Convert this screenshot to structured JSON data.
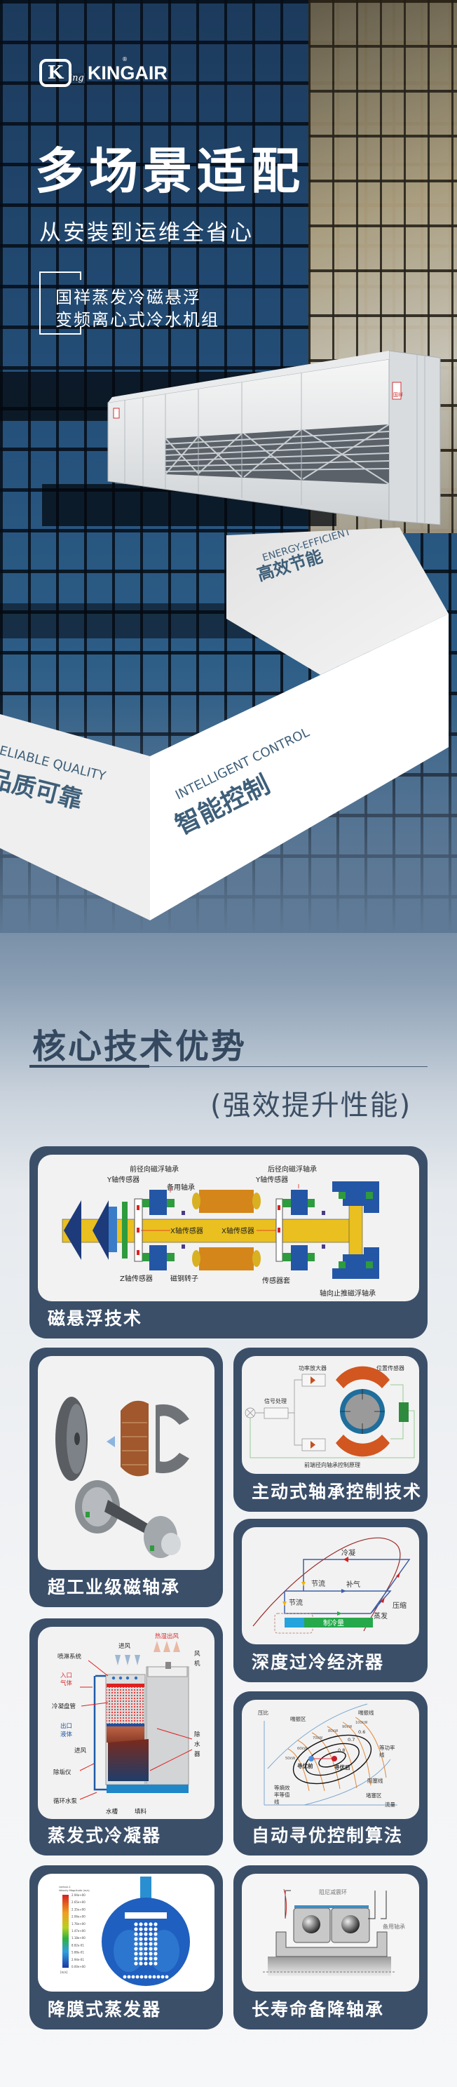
{
  "brand": {
    "logo_mark": "K",
    "logo_mark_suffix": "ing",
    "logo_word": "KINGAIR",
    "registered": "®"
  },
  "hero": {
    "title": "多场景适配",
    "subtitle": "从安装到运维全省心",
    "product_line1": "国祥蒸发冷磁悬浮",
    "product_line2": "变频离心式冷水机组",
    "unit_badge": "国祥"
  },
  "features": [
    {
      "en": "ENERGY-EFFICIENT",
      "cn": "高效节能"
    },
    {
      "en": "RELIABLE QUALITY",
      "cn": "品质可靠"
    },
    {
      "en": "INTELLIGENT CONTROL",
      "cn": "智能控制"
    }
  ],
  "section": {
    "title": "核心技术优势",
    "subtitle": "(强效提升性能)"
  },
  "cards": {
    "maglev": {
      "label": "磁悬浮技术",
      "diagram": {
        "front_radial": "前径向磁浮轴承",
        "y_sensor_front": "Y轴传感器",
        "backup_bearing": "备用轴承",
        "rear_radial": "后径向磁浮轴承",
        "y_sensor_rear": "Y轴传感器",
        "x_sensor_1": "X轴传感器",
        "x_sensor_2": "X轴传感器",
        "z_sensor": "Z轴传感器",
        "rotor": "磁钢转子",
        "sensor_sleeve": "传感器套",
        "axial_thrust": "轴向止推磁浮轴承"
      }
    },
    "industrial_bearing": {
      "label": "超工业级磁轴承"
    },
    "active_control": {
      "label": "主动式轴承控制技术",
      "diagram": {
        "amplifier": "功率放大器",
        "position_sensor": "位置传感器",
        "signal": "信号处理",
        "caption": "前端径向轴承控制原理"
      }
    },
    "subcooling": {
      "label": "深度过冷经济器",
      "diagram": {
        "condense": "冷凝",
        "throttle1": "节流",
        "inject": "补气",
        "throttle2": "节流",
        "compress": "压缩",
        "evaporate": "蒸发",
        "capacity": "制冷量"
      }
    },
    "evap_condenser": {
      "label": "蒸发式冷凝器",
      "diagram": {
        "hot_air_out": "热湿出风",
        "air_in_top": "进风",
        "spray": "喷淋系统",
        "fan_1": "风",
        "fan_2": "机",
        "gas_in_1": "入口",
        "gas_in_2": "气体",
        "coil": "冷凝盘管",
        "liquid_out_1": "出口",
        "liquid_out_2": "液体",
        "air_in_side": "进风",
        "eliminator_1": "除",
        "eliminator_2": "水",
        "eliminator_3": "器",
        "descaler": "除垢仪",
        "pump": "循环水泵",
        "basin": "水槽",
        "fill": "填料"
      }
    },
    "auto_optimize": {
      "label": "自动寻优控制算法",
      "diagram": {
        "y_axis": "压比",
        "x_axis": "流量",
        "surge_zone": "喘振区",
        "surge_line": "喘振线",
        "kw": [
          "50kW",
          "60kW",
          "70kW",
          "80kW",
          "90kW",
          "100kW"
        ],
        "eff": [
          "0.6",
          "0.7",
          "0.8"
        ],
        "iso_power_1": "等功率",
        "iso_power_2": "线",
        "before": "寻优前",
        "after": "寻优后",
        "choke_line": "阻塞线",
        "choke_zone": "堵塞区",
        "iso_eff_1": "等熵效",
        "iso_eff_2": "率等值",
        "iso_eff_3": "线"
      }
    },
    "falling_film": {
      "label": "降膜式蒸发器",
      "legend": {
        "title_1": "contour-1",
        "title_2": "Velocity Magnitude (m/s)",
        "values": [
          "2.94e+00",
          "2.65e+00",
          "2.35e+00",
          "2.06e+00",
          "1.76e+00",
          "1.47e+00",
          "1.18e+00",
          "8.82e-01",
          "5.88e-01",
          "2.94e-01",
          "0.00e+00"
        ],
        "unit": "[m/s]"
      }
    },
    "backup_bearing": {
      "label": "长寿命备降轴承",
      "diagram": {
        "damping_ring": "阻尼减震环",
        "backup": "备用轴承"
      }
    }
  },
  "colors": {
    "card": "#3b4f69",
    "heading": "#34485f",
    "ribbon_text": "#3e5f79"
  }
}
